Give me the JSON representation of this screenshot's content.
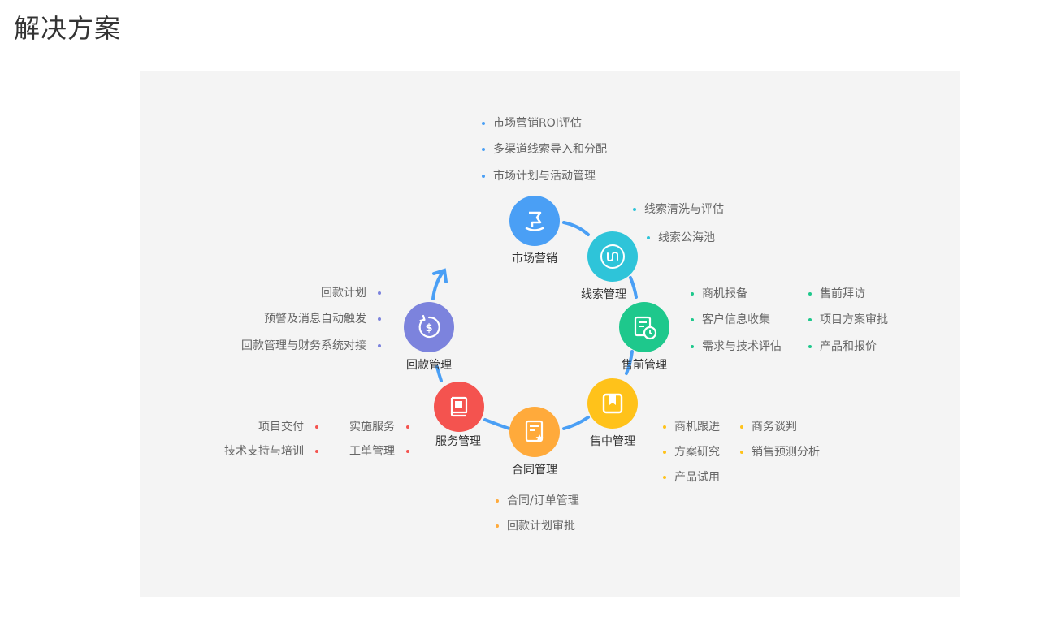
{
  "page": {
    "title": "解决方案"
  },
  "colors": {
    "marketing": "#4a9ff5",
    "leads": "#2ec4d9",
    "presales": "#1ec88c",
    "sales": "#ffc21a",
    "contract": "#ffaa3b",
    "service": "#f4534f",
    "payment": "#7c83dd",
    "arc": "#4a9ff5"
  },
  "nodes": {
    "marketing": {
      "label": "市场营销",
      "icon": "flag-icon"
    },
    "leads": {
      "label": "线索管理",
      "icon": "link-icon"
    },
    "presales": {
      "label": "售前管理",
      "icon": "document-clock-icon"
    },
    "sales": {
      "label": "售中管理",
      "icon": "bookmark-icon"
    },
    "contract": {
      "label": "合同管理",
      "icon": "certificate-icon"
    },
    "service": {
      "label": "服务管理",
      "icon": "book-icon"
    },
    "payment": {
      "label": "回款管理",
      "icon": "dollar-cycle-icon"
    }
  },
  "lists": {
    "marketing": [
      "市场营销ROI评估",
      "多渠道线索导入和分配",
      "市场计划与活动管理"
    ],
    "leads": [
      "线索清洗与评估",
      "线索公海池"
    ],
    "presales_col1": [
      "商机报备",
      "客户信息收集",
      "需求与技术评估"
    ],
    "presales_col2": [
      "售前拜访",
      "项目方案审批",
      "产品和报价"
    ],
    "sales_col1": [
      "商机跟进",
      "方案研究",
      "产品试用"
    ],
    "sales_col2": [
      "商务谈判",
      "销售预测分析"
    ],
    "contract": [
      "合同/订单管理",
      "回款计划审批"
    ],
    "service_col1": [
      "项目交付",
      "技术支持与培训"
    ],
    "service_col2": [
      "实施服务",
      "工单管理"
    ],
    "payment": [
      "回款计划",
      "预警及消息自动触发",
      "回款管理与财务系统对接"
    ]
  }
}
